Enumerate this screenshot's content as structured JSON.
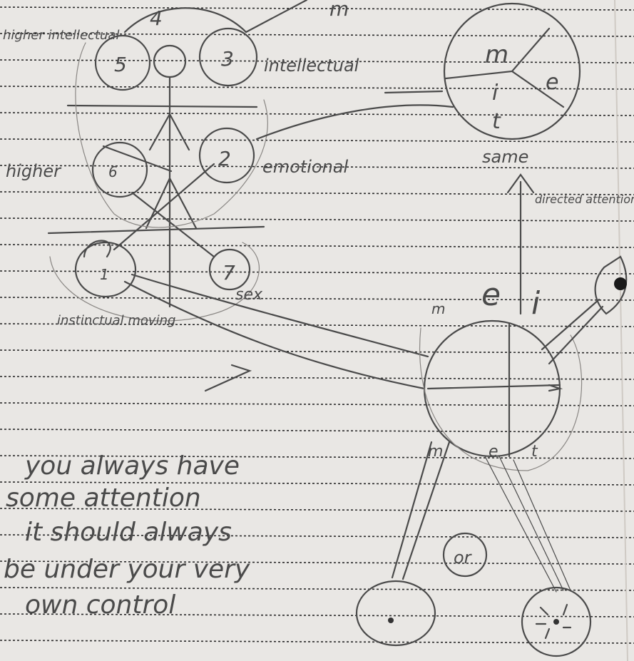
{
  "colors": {
    "paper": "#e9e7e4",
    "rule": "#2a2a2a",
    "pencil": "#4a4a4a",
    "margin": "#cfcac4"
  },
  "sketch": {
    "upper_labels": {
      "higher_intellectual": "higher intellectual",
      "intellectual": "intellectual",
      "emotional": "emotional",
      "higher": "higher",
      "instinctual_moving": "instinctual moving",
      "sex": "sex",
      "directed_attention": "directed attention",
      "same": "same"
    },
    "circle_numbers": [
      "4",
      "5",
      "3",
      "2",
      "1",
      "7",
      "6"
    ],
    "letters": {
      "m": "m",
      "e": "e",
      "i": "i",
      "t": "t"
    },
    "or_label": "or"
  },
  "note": {
    "line1": "you always have",
    "line2": "some attention",
    "line3": "it should always",
    "line4": "be under your very",
    "line5": "own control"
  }
}
